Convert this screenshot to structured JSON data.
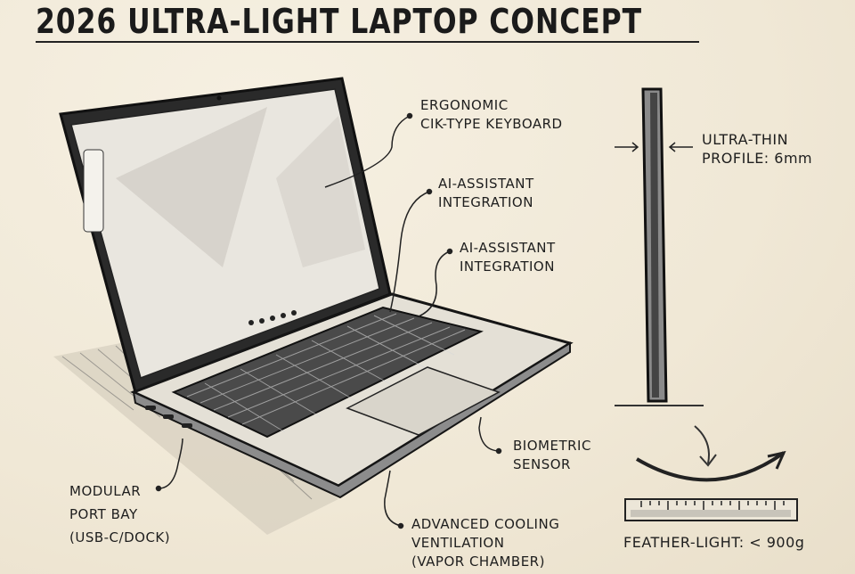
{
  "title": "2026 ULTRA-LIGHT LAPTOP CONCEPT",
  "callouts": {
    "keyboard": {
      "line1": "ERGONOMIC",
      "line2": "CIK-TYPE KEYBOARD"
    },
    "ai_1": {
      "line1": "AI-ASSISTANT",
      "line2": "INTEGRATION"
    },
    "ai_2": {
      "line1": "AI-ASSISTANT",
      "line2": "INTEGRATION"
    },
    "profile": {
      "line1": "ULTRA-THIN",
      "line2": "PROFILE: 6mm"
    },
    "ports": {
      "line1": "MODULAR",
      "line2": "PORT BAY",
      "line3": "(USB-C/DOCK)"
    },
    "biometric": {
      "line1": "BIOMETRIC",
      "line2": "SENSOR"
    },
    "cooling": {
      "line1": "ADVANCED COOLING",
      "line2": "VENTILATION",
      "line3": "(VAPOR CHAMBER)"
    },
    "weight": {
      "line1": "FEATHER-LIGHT: < 900g"
    }
  },
  "colors": {
    "paper": "#f3ecdc",
    "ink": "#1c1c1c",
    "shade": "#9a9a9a"
  }
}
